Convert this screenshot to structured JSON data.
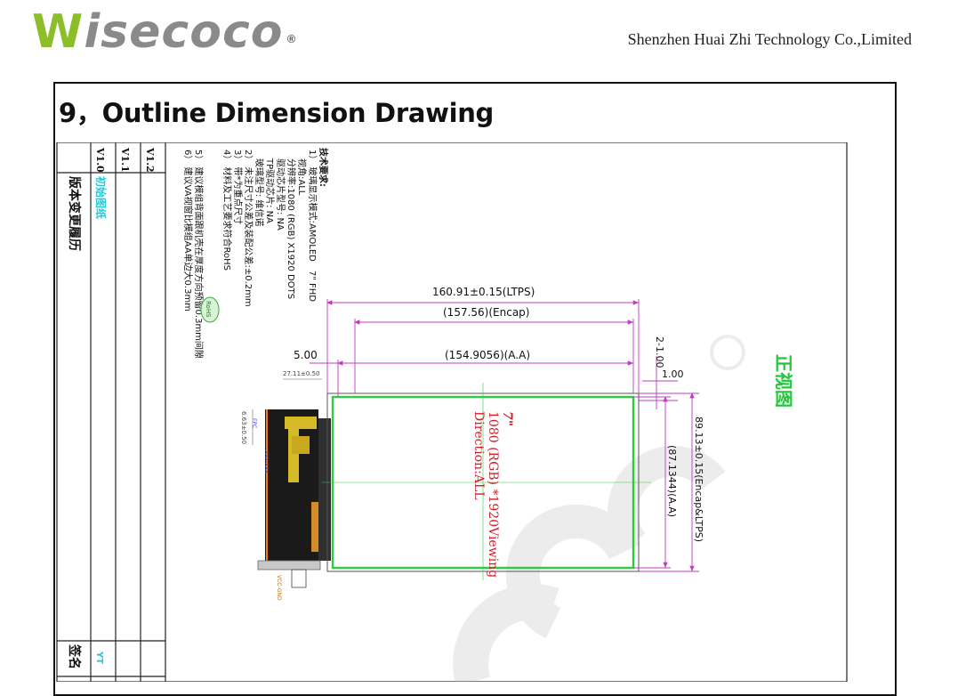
{
  "header": {
    "logo_w": "W",
    "logo_rest": "isecoco",
    "logo_mark": "®",
    "company": "Shenzhen Huai Zhi Technology Co.,Limited"
  },
  "section": {
    "title": "9，Outline Dimension Drawing"
  },
  "revision_table": {
    "title": "版本变更履历",
    "versions": [
      "V1.0",
      "V1.1",
      "V1.2"
    ],
    "v1_0_note": "初始图纸",
    "sign_label": "签名",
    "sign_value": "YT"
  },
  "notes": {
    "heading": "技术要求:",
    "lines": [
      "1） 玻璃显示模式:AMOLED　7\" FHD",
      "　视角:ALL",
      "　分辨率:1080 (RGB) X1920 DOTS",
      "　驱动芯片型号: NA",
      "　TP驱动芯片: NA",
      "　玻璃型号: 维信诺",
      "2） 未注尺寸公差及装配公差:±0.2mm",
      "3） 带*为重点尺寸",
      "4） 材料及工艺要求符合RoHS",
      "5） 建议模组背面跟机壳在厚度方向预留0.3mm间隙",
      "6） 建议VA视窗比模组AA单边大0.3mm"
    ],
    "rohs_badge": "RoHS"
  },
  "dimensions": {
    "ltps_width": "160.91±0.15(LTPS)",
    "encap_width": "(157.56)(Encap)",
    "aa_width": "(154.9056)(A.A)",
    "left_offset": "5.00",
    "small_top": "2-1.00",
    "top_offset": "1.00",
    "fpc_width": "27.11±0.50",
    "fpc_small": "6.63±0.50",
    "height_total": "89.13±0.15(Encap&LTPS)",
    "height_aa": "(87.1344)(A.A)"
  },
  "panel_text": {
    "size": "7\"",
    "resolution": "1080 (RGB) *1920Viewing",
    "direction": "Direction:ALL"
  },
  "view_label": "正视图",
  "colors": {
    "logo_green": "#8cbe2a",
    "dim_magenta": "#c03cc0",
    "panel_green": "#2ecc40",
    "red_text": "#cc1f2a",
    "view_green": "#22c73a"
  }
}
